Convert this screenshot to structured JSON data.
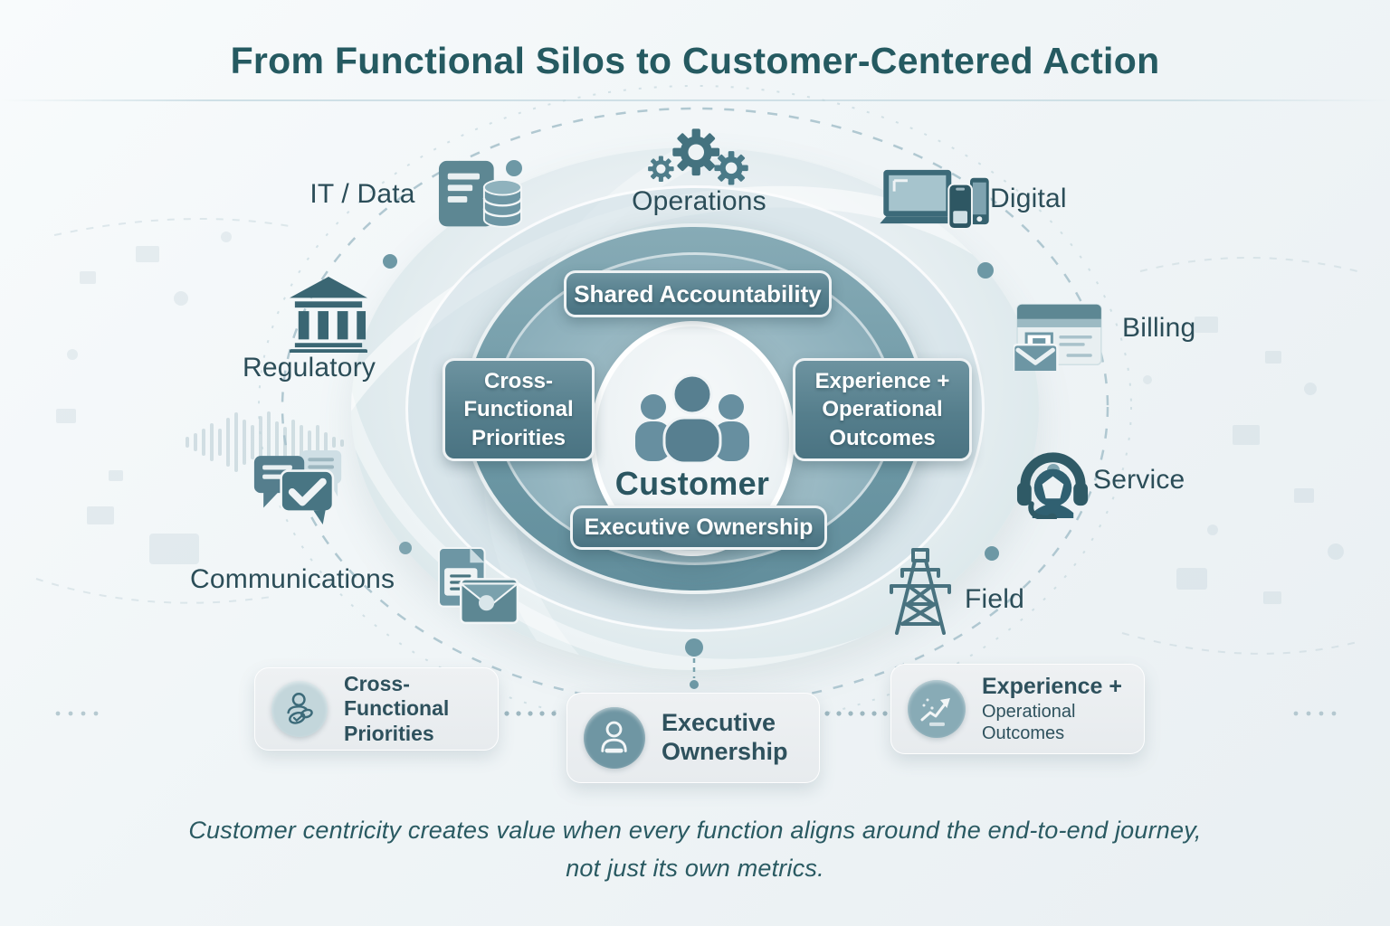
{
  "title": "From Functional Silos to Customer-Centered Action",
  "colors": {
    "title_text": "#255a61",
    "ring_box_bg": "#557e8c",
    "ring_dark_band": "#6d98a5",
    "function_label_text": "#2b4d58",
    "icon_teal": "#47747f",
    "card_bg": "#e9edf0",
    "caption_text": "#2a5a62"
  },
  "center": {
    "label": "Customer",
    "icon": "people-group-icon"
  },
  "ring_labels": {
    "top": "Shared Accountability",
    "left": "Cross-Functional Priorities",
    "right": "Experience + Operational Outcomes",
    "bottom": "Executive Ownership"
  },
  "functions": [
    {
      "label": "IT / Data",
      "icon": "document-database-icon"
    },
    {
      "label": "Operations",
      "icon": "gears-icon"
    },
    {
      "label": "Digital",
      "icon": "devices-icon"
    },
    {
      "label": "Billing",
      "icon": "invoice-envelope-icon"
    },
    {
      "label": "Service",
      "icon": "headset-agent-icon"
    },
    {
      "label": "Field",
      "icon": "transmission-tower-icon"
    },
    {
      "label": "Communications",
      "icon": "chat-bubbles-icon"
    },
    {
      "label": "Regulatory",
      "icon": "bank-building-icon"
    }
  ],
  "cards": [
    {
      "title": "Cross-Functional Priorities",
      "icon": "person-handshake-icon"
    },
    {
      "title": "Executive Ownership",
      "icon": "executive-person-icon"
    },
    {
      "title": "Experience +",
      "subtitle": "Operational Outcomes",
      "icon": "growth-chart-icon"
    }
  ],
  "caption": "Customer centricity creates value when every function aligns around the end-to-end journey, not just its own metrics."
}
